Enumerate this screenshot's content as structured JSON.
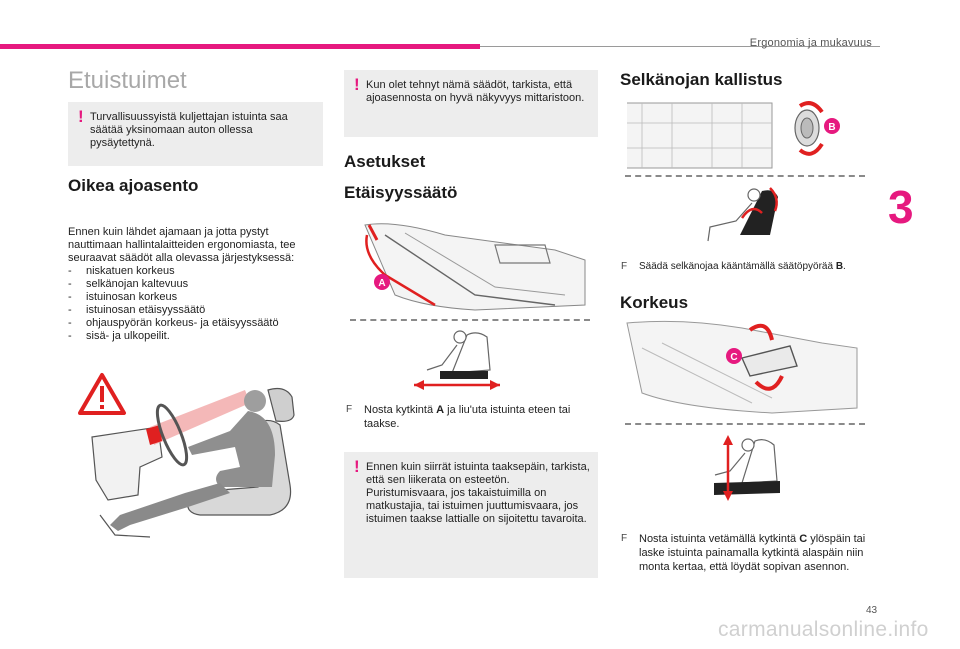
{
  "header": {
    "section_title": "Ergonomia ja mukavuus",
    "chapter_number": "3",
    "page_number": "43",
    "watermark": "carmanualsonline.info"
  },
  "colors": {
    "accent": "#e6197f",
    "panel": "#ededed",
    "arrow_red": "#e02020"
  },
  "left_column": {
    "title": "Etuistuimet",
    "warning": "Turvallisuussyistä kuljettajan istuinta saa säätää yksinomaan auton ollessa pysäytettynä.",
    "heading": "Oikea ajoasento",
    "intro": "Ennen kuin lähdet ajamaan ja jotta pystyt nauttimaan hallintalaitteiden ergonomiasta, tee seuraavat säädöt alla olevassa järjestyksessä:",
    "steps": [
      "niskatuen korkeus",
      "selkänojan kaltevuus",
      "istuinosan korkeus",
      "istuinosan etäisyyssäätö",
      "ohjauspyörän korkeus- ja etäisyyssäätö",
      "sisä- ja ulkopeilit."
    ],
    "illustration_icon": "warning-triangle-icon"
  },
  "middle_column": {
    "warning_top": "Kun olet tehnyt nämä säädöt, tarkista, että ajoasennosta on hyvä näkyvyys mittaristoon.",
    "heading_settings": "Asetukset",
    "heading_distance": "Etäisyyssäätö",
    "callout_a": "A",
    "instruction_pre": "Nosta kytkintä ",
    "instruction_key": "A",
    "instruction_post": " ja liu'uta istuinta eteen tai taakse.",
    "warning_bottom": "Ennen kuin siirrät istuinta taaksepäin, tarkista, että sen liikerata on esteetön. Puristumisvaara, jos takaistuimilla on matkustajia, tai istuimen juuttumisvaara, jos istuimen taakse lattialle on sijoitettu tavaroita."
  },
  "right_column": {
    "heading_recline": "Selkänojan kallistus",
    "callout_b": "B",
    "instruction_b_pre": "Säädä selkänojaa kääntämällä säätöpyörää ",
    "instruction_b_key": "B",
    "instruction_b_post": ".",
    "heading_height": "Korkeus",
    "callout_c": "C",
    "instruction_c_pre": "Nosta istuinta vetämällä kytkintä ",
    "instruction_c_key": "C",
    "instruction_c_post": " ylöspäin tai laske istuinta painamalla kytkintä alaspäin niin monta kertaa, että löydät sopivan asennon."
  },
  "bullet_glyph": "F"
}
